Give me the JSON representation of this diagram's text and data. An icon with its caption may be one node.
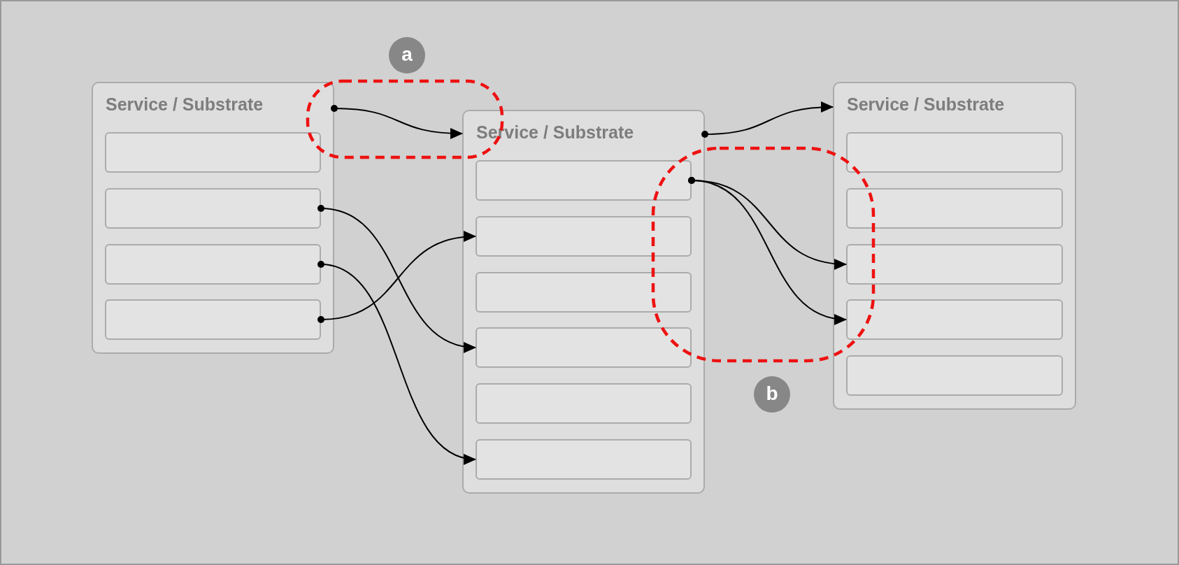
{
  "diagram": {
    "nodes": [
      {
        "text": [
          "Service / Substrate"
        ]
      },
      {
        "text": [],
        "shape": "box",
        "in": 0
      },
      {
        "text": [],
        "shape": "box",
        "in": 0
      },
      {
        "text": [],
        "shape": "box",
        "in": 0
      },
      {
        "text": [],
        "shape": "box",
        "in": 0
      },
      {
        "text": [
          "Service / Substrate"
        ]
      },
      {
        "text": [],
        "shape": "box",
        "in": 5
      },
      {
        "text": [],
        "shape": "box",
        "in": 5
      },
      {
        "text": [],
        "shape": "box",
        "in": 5
      },
      {
        "text": [],
        "shape": "box",
        "in": 5
      },
      {
        "text": [],
        "shape": "box",
        "in": 5
      },
      {
        "text": [],
        "shape": "box",
        "in": 5
      },
      {
        "text": [
          "Service / Substrate"
        ]
      },
      {
        "text": [],
        "shape": "box",
        "in": 12
      },
      {
        "text": [],
        "shape": "box",
        "in": 12
      },
      {
        "text": [],
        "shape": "box",
        "in": 12
      },
      {
        "text": [],
        "shape": "box",
        "in": 12
      },
      {
        "text": [],
        "shape": "box",
        "in": 12
      }
    ],
    "edges": [
      {
        "from": 0,
        "to": 5,
        "arrow": "to"
      },
      {
        "from": 2,
        "to": 9,
        "arrow": "to"
      },
      {
        "from": 3,
        "to": 11,
        "arrow": "to"
      },
      {
        "from": 4,
        "to": 7,
        "arrow": "to"
      },
      {
        "from": 5,
        "to": 12,
        "arrow": "to"
      },
      {
        "from": 6,
        "to": 15,
        "arrow": "to"
      },
      {
        "from": 6,
        "to": 16,
        "arrow": "to"
      }
    ],
    "labels": [
      "a",
      "b"
    ]
  }
}
